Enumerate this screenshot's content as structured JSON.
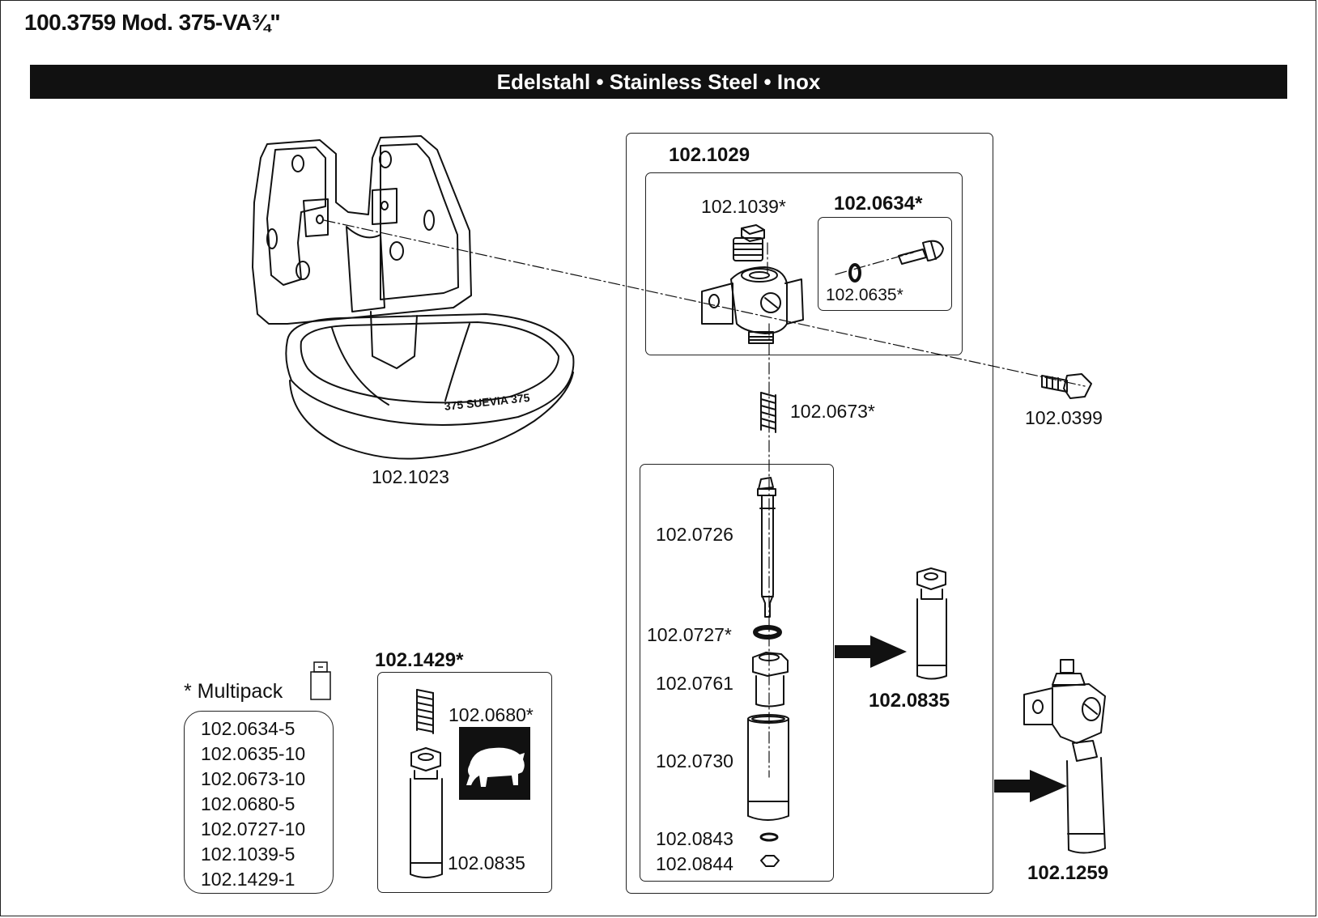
{
  "header": {
    "title": "100.3759 Mod. 375-VA¾\"",
    "banner": "Edelstahl • Stainless Steel • Inox"
  },
  "parts": {
    "bowl": "102.1023",
    "bowl_text": "375 SUEVIA 375",
    "valve_assembly": "102.1029",
    "plug": "102.1039*",
    "screw_set": "102.0634*",
    "oring": "102.0635*",
    "bolt": "102.0399",
    "spring": "102.0673*",
    "pin": "102.0726",
    "washer": "102.0727*",
    "nut_fitting": "102.0761",
    "sleeve": "102.0730",
    "small_washer": "102.0843",
    "small_nut": "102.0844",
    "pipe_assembly": "102.0835",
    "complete_valve": "102.1259",
    "kit": "102.1429*",
    "kit_spring": "102.0680*",
    "kit_pipe": "102.0835"
  },
  "multipack": {
    "heading": "* Multipack",
    "items": [
      "102.0634-5",
      "102.0635-10",
      "102.0673-10",
      "102.0680-5",
      "102.0727-10",
      "102.1039-5",
      "102.1429-1"
    ]
  },
  "colors": {
    "ink": "#111111",
    "background": "#ffffff"
  },
  "icons": {
    "multipack": "package-icon",
    "pig": "pig-icon",
    "arrow": "arrow-right-icon"
  }
}
